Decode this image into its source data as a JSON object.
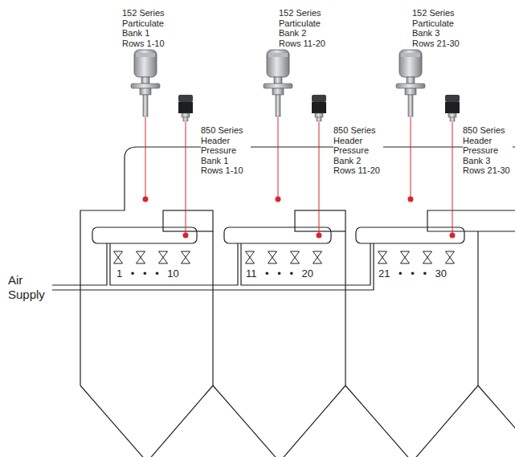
{
  "diagram": {
    "labels": [
      "152 Series Particulate Bank 1 Rows 1-10",
      "152 Series Particulate Bank 2 Rows 11-20",
      "152 Series Particulate Bank 3 Rows 21-30",
      "850 Series Header Pressure Bank 1 Rows 1-10",
      "850 Series Header Pressure Bank 2 Rows 11-20",
      "850 Series Header Pressure Bank 3 Rows 21-30",
      "Air Supply",
      "1 • • • 10",
      "11 • • • 20",
      "21 • • • 30"
    ]
  }
}
